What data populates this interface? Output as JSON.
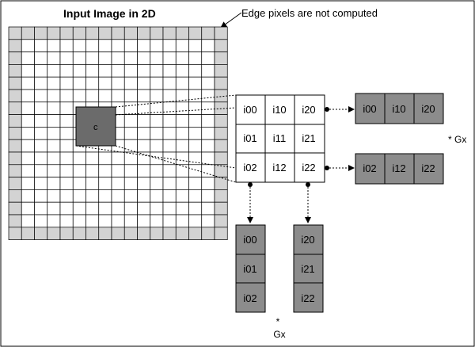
{
  "title": "Input Image in 2D",
  "edge_note": "Edge pixels are not computed",
  "center_label": "c",
  "kernel": [
    [
      "i00",
      "i10",
      "i20"
    ],
    [
      "i01",
      "i11",
      "i21"
    ],
    [
      "i02",
      "i12",
      "i22"
    ]
  ],
  "row_top": [
    "i00",
    "i10",
    "i20"
  ],
  "row_bottom": [
    "i02",
    "i12",
    "i22"
  ],
  "col_left": [
    "i00",
    "i01",
    "i02"
  ],
  "col_right": [
    "i20",
    "i21",
    "i22"
  ],
  "op_right": "* Gx",
  "op_bottom_star": "*",
  "op_bottom_gx": "Gx",
  "colors": {
    "edge": "#d3d3d3",
    "center": "#6b6b6b",
    "box": "#8c8c8c",
    "line": "#000000"
  }
}
